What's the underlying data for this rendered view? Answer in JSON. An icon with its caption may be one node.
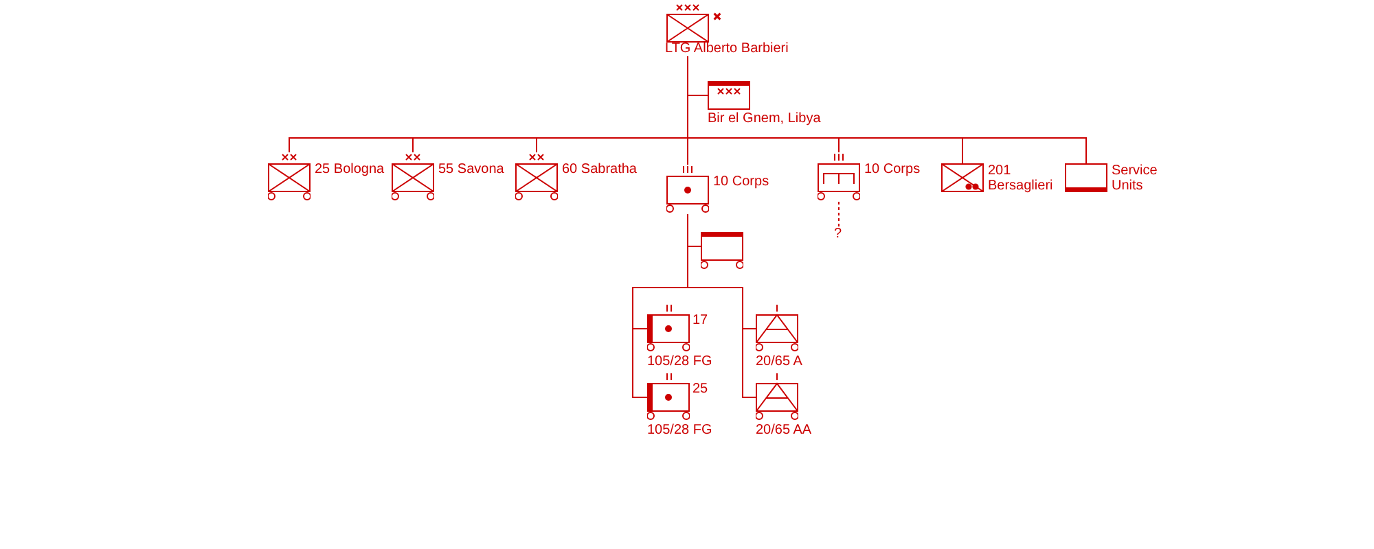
{
  "diagram": {
    "nodes": [
      {
        "text": [],
        "shape": "box",
        "beside": [
          "LTG Alberto Barbieri"
        ]
      },
      {
        "text": [],
        "shape": "box",
        "beside": [
          "Bir el Gnem, Libya"
        ]
      },
      {
        "text": [],
        "shape": "box",
        "beside": [
          "25 Bologna"
        ]
      },
      {
        "text": [],
        "shape": "box",
        "beside": [
          "55 Savona"
        ]
      },
      {
        "text": [],
        "shape": "box",
        "beside": [
          "60 Sabratha"
        ]
      },
      {
        "text": [],
        "shape": "box",
        "beside": [
          "10 Corps"
        ]
      },
      {
        "text": [],
        "shape": "box",
        "beside": [
          "10 Corps"
        ]
      },
      {
        "text": [
          "?"
        ]
      },
      {
        "text": [],
        "shape": "box",
        "beside": [
          "201 Bersaglieri"
        ]
      },
      {
        "text": [],
        "shape": "box",
        "beside": [
          "Service Units"
        ]
      },
      {
        "text": [],
        "shape": "box"
      },
      {
        "text": [],
        "shape": "box",
        "beside": [
          "17",
          "105/28 FG"
        ]
      },
      {
        "text": [],
        "shape": "box",
        "beside": [
          "25",
          "105/28 FG"
        ]
      },
      {
        "text": [],
        "shape": "box",
        "beside": [
          "20/65 A"
        ]
      },
      {
        "text": [],
        "shape": "box",
        "beside": [
          "20/65 AA"
        ]
      }
    ],
    "edges": [
      {
        "from": 0,
        "to": 1,
        "arrow": "none"
      },
      {
        "from": 0,
        "to": 2,
        "arrow": "none"
      },
      {
        "from": 0,
        "to": 3,
        "arrow": "none"
      },
      {
        "from": 0,
        "to": 4,
        "arrow": "none"
      },
      {
        "from": 0,
        "to": 5,
        "arrow": "none"
      },
      {
        "from": 0,
        "to": 6,
        "arrow": "none"
      },
      {
        "from": 0,
        "to": 8,
        "arrow": "none"
      },
      {
        "from": 0,
        "to": 9,
        "arrow": "none"
      },
      {
        "from": 6,
        "to": 7,
        "arrow": "none",
        "style": "dashed"
      },
      {
        "from": 5,
        "to": 10,
        "arrow": "none"
      },
      {
        "from": 5,
        "to": 11,
        "arrow": "none"
      },
      {
        "from": 5,
        "to": 12,
        "arrow": "none"
      },
      {
        "from": 5,
        "to": 13,
        "arrow": "none"
      },
      {
        "from": 5,
        "to": 14,
        "arrow": "none"
      }
    ]
  }
}
